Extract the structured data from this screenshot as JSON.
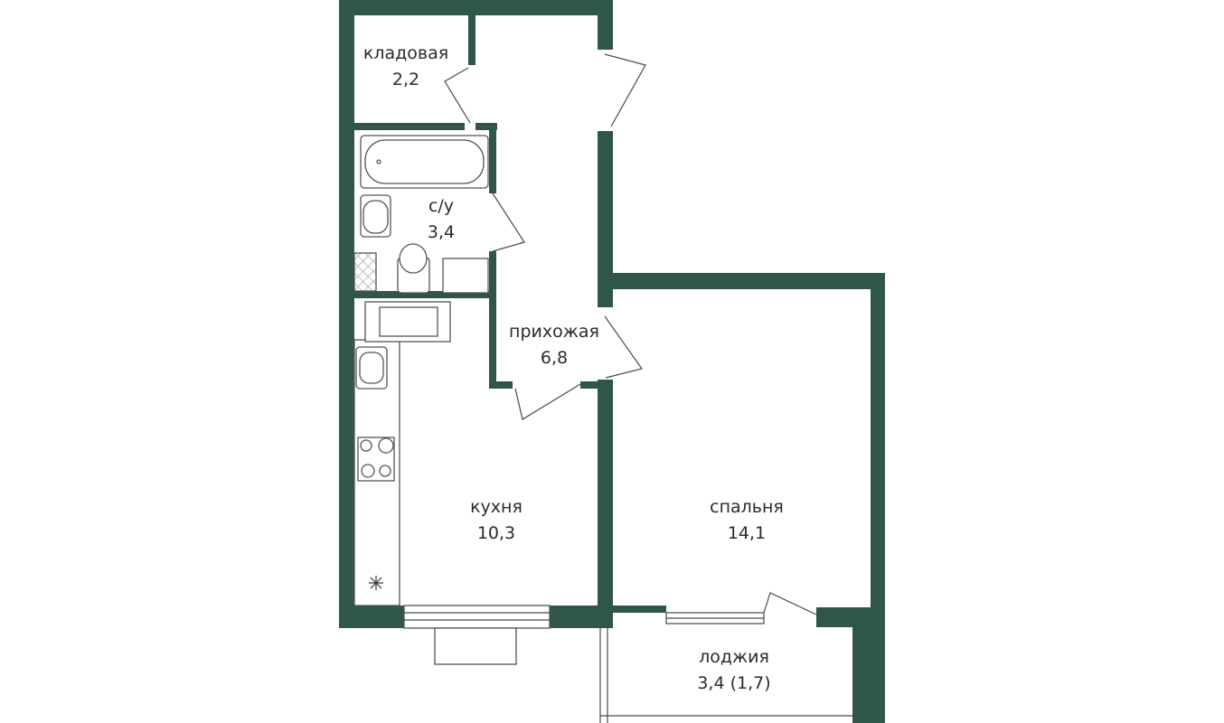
{
  "rooms": [
    {
      "id": "storage",
      "name": "кладовая",
      "area": "2,2"
    },
    {
      "id": "bathroom",
      "name": "с/у",
      "area": "3,4"
    },
    {
      "id": "hallway",
      "name": "прихожая",
      "area": "6,8"
    },
    {
      "id": "kitchen",
      "name": "кухня",
      "area": "10,3"
    },
    {
      "id": "bedroom",
      "name": "спальня",
      "area": "14,1"
    },
    {
      "id": "loggia",
      "name": "лоджия",
      "area": "3,4 (1,7)"
    }
  ],
  "colors": {
    "wall": "#2f5646",
    "line": "#4a4a4a",
    "background": "#ffffff"
  }
}
